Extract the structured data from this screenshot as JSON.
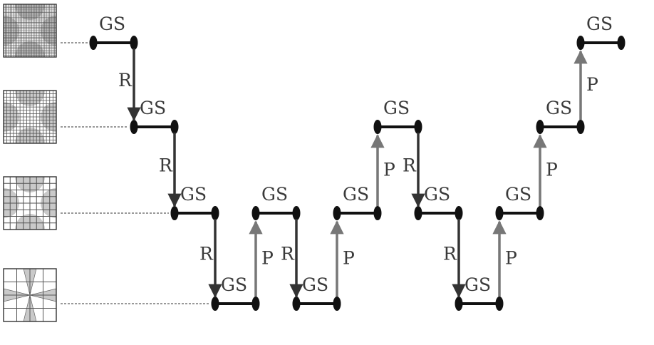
{
  "labels": {
    "gs": "GS",
    "r": "R",
    "p": "P"
  },
  "colors": {
    "smoothing": "#111111",
    "restriction": "#333333",
    "prolongation": "#777777",
    "grid_fill": "#c9c9c9",
    "grid_line": "#555555"
  },
  "grid_levels": [
    {
      "level": 1,
      "cells": 32
    },
    {
      "level": 2,
      "cells": 16
    },
    {
      "level": 3,
      "cells": 8
    },
    {
      "level": 4,
      "cells": 4
    }
  ],
  "sequence": [
    {
      "type": "GS",
      "level": 1
    },
    {
      "type": "R"
    },
    {
      "type": "GS",
      "level": 2
    },
    {
      "type": "R"
    },
    {
      "type": "GS",
      "level": 3
    },
    {
      "type": "R"
    },
    {
      "type": "GS",
      "level": 4
    },
    {
      "type": "P"
    },
    {
      "type": "GS",
      "level": 3
    },
    {
      "type": "R"
    },
    {
      "type": "GS",
      "level": 4
    },
    {
      "type": "P"
    },
    {
      "type": "GS",
      "level": 3
    },
    {
      "type": "P"
    },
    {
      "type": "GS",
      "level": 2
    },
    {
      "type": "R"
    },
    {
      "type": "GS",
      "level": 3
    },
    {
      "type": "R"
    },
    {
      "type": "GS",
      "level": 4
    },
    {
      "type": "P"
    },
    {
      "type": "GS",
      "level": 3
    },
    {
      "type": "P"
    },
    {
      "type": "GS",
      "level": 2
    },
    {
      "type": "P"
    },
    {
      "type": "GS",
      "level": 1
    }
  ]
}
